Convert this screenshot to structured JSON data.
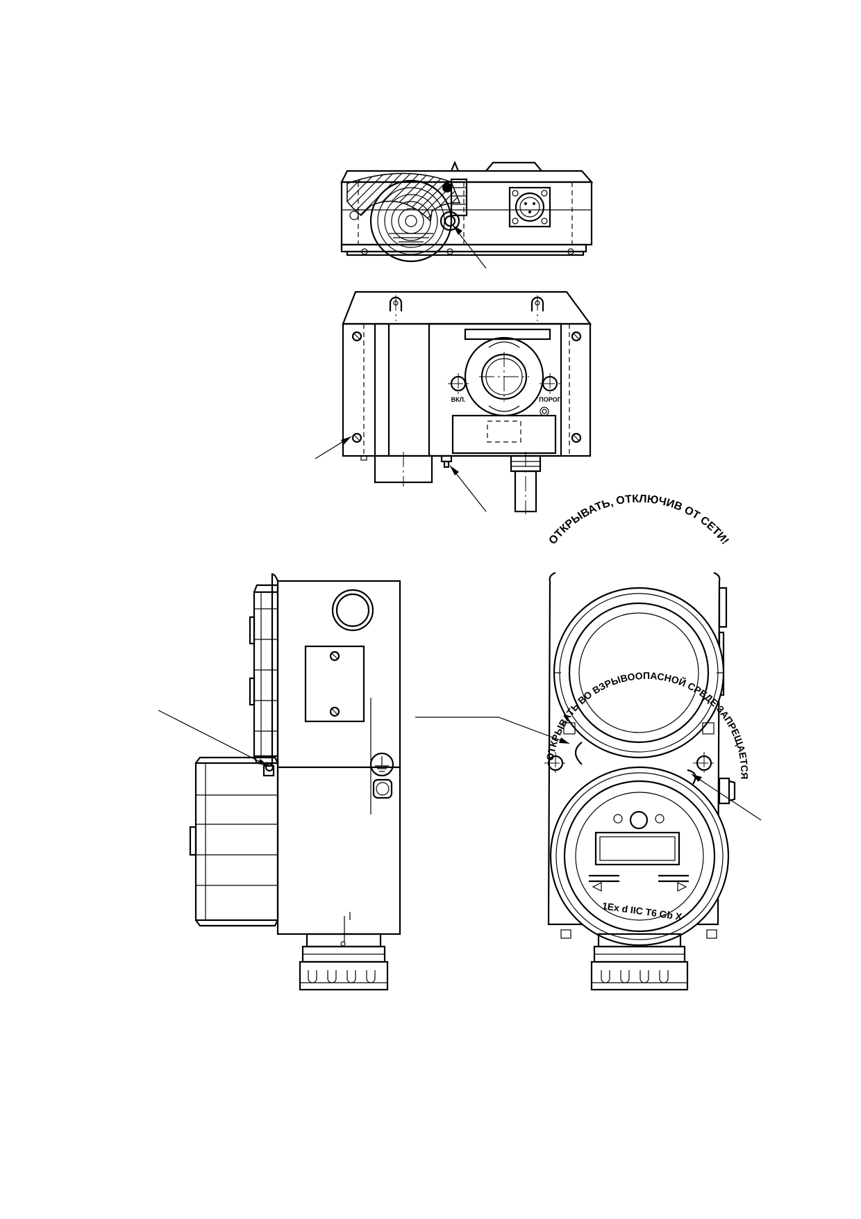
{
  "front_panel": {
    "on_label": "ВКЛ.",
    "threshold_label": "ПОРОГ"
  },
  "upper_cover": {
    "warning_text": "ОТКРЫВАТЬ, ОТКЛЮЧИВ ОТ СЕТИ!"
  },
  "lower_cover": {
    "warning_text": "ОТКРЫВАТЬ ВО ВЗРЫВООПАСНОЙ СРЕДЕ ЗАПРЕЩАЕТСЯ",
    "ex_marking": "1Ex d IIC T6 Gb X"
  },
  "colors": {
    "line": "#000000",
    "background": "#ffffff",
    "hatch": "#000000"
  }
}
